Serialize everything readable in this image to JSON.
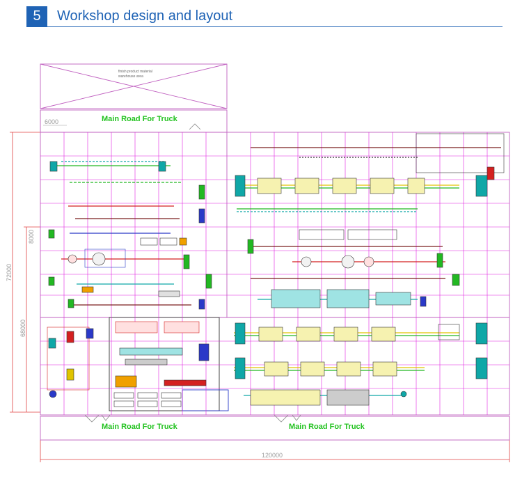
{
  "section": {
    "number": "5",
    "title": "Workshop design and layout"
  },
  "layout": {
    "storage_note_line1": "finish product material",
    "storage_note_line2": "warehouse area",
    "road_top": "Main Road For Truck",
    "road_bottom_left": "Main Road For Truck",
    "road_bottom_right": "Main Road For Truck",
    "dim_top": "6000",
    "dim_total_width": "120000",
    "dim_total_height": "72000",
    "dim_inner_height": "68000",
    "dim_bay": "8000"
  },
  "colors": {
    "accent": "#1f63b5",
    "grid": "#e020e0",
    "road_text": "#22c21f",
    "dimension": "#e04040",
    "equipment_red": "#d42020",
    "equipment_green": "#22b822",
    "equipment_teal": "#0fa7a7",
    "equipment_yellow": "#e0c400",
    "equipment_blue": "#2a39c8"
  }
}
